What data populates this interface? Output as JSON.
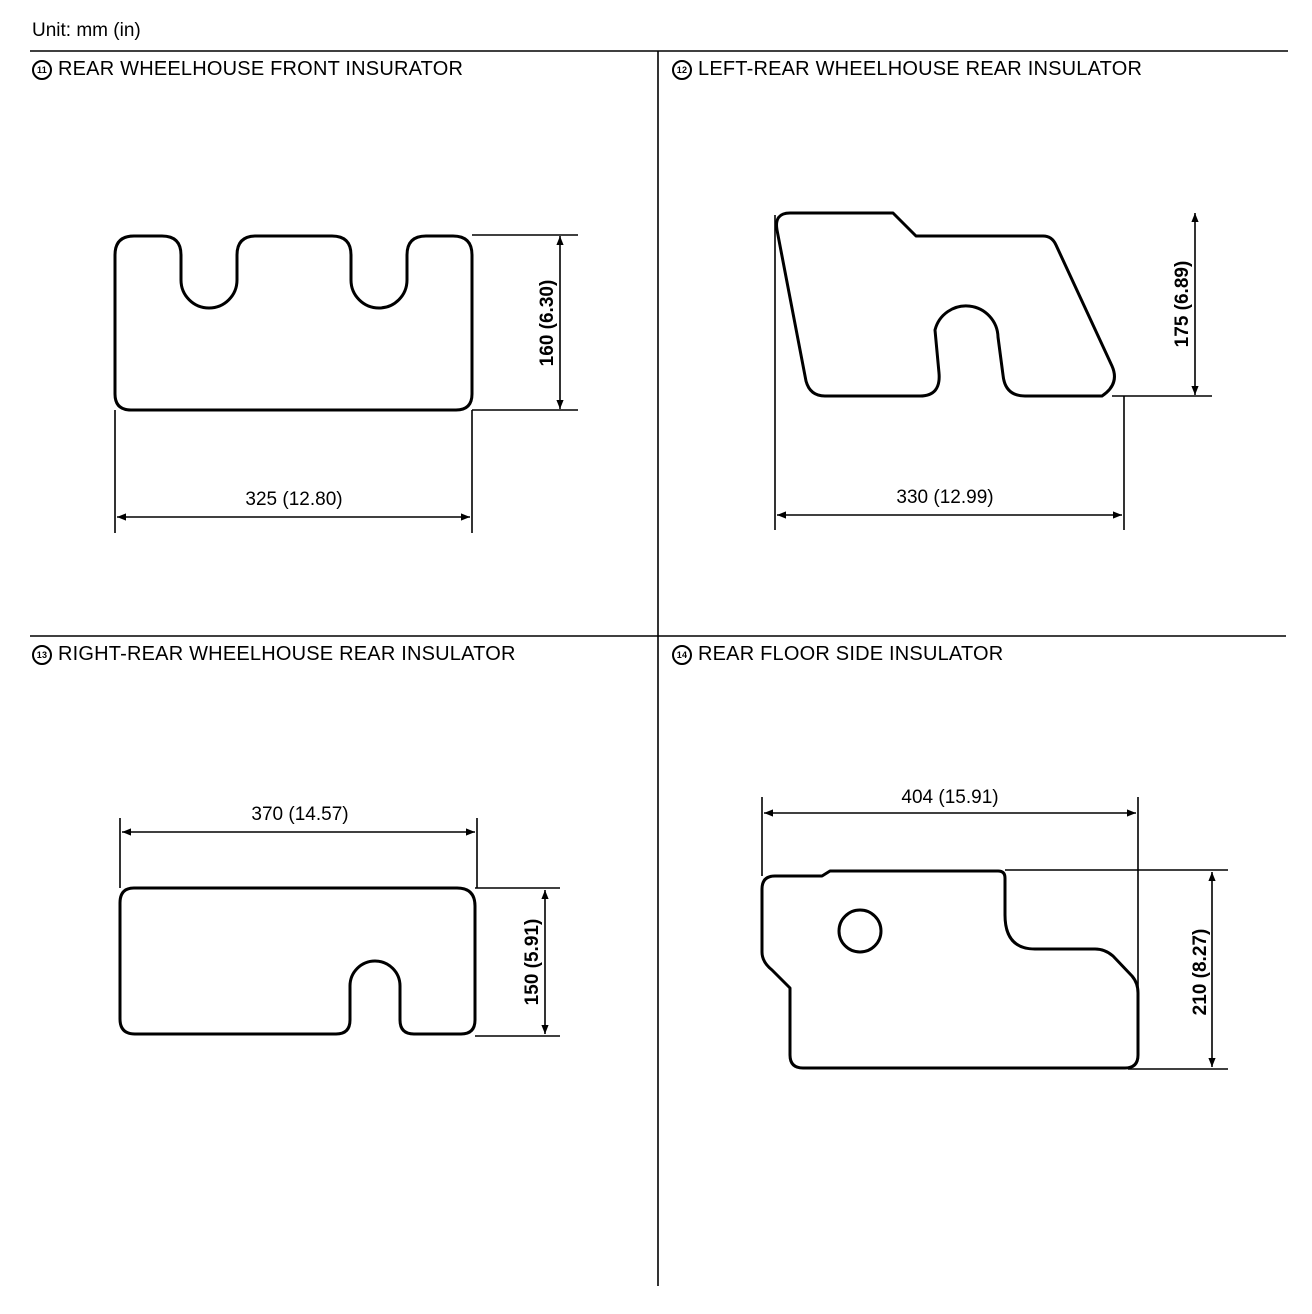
{
  "unit_label": "Unit: mm (in)",
  "panels": [
    {
      "number": "11",
      "title": "REAR WHEELHOUSE FRONT INSURATOR",
      "width_dim": "325 (12.80)",
      "height_dim": "160 (6.30)"
    },
    {
      "number": "12",
      "title": "LEFT-REAR WHEELHOUSE REAR INSULATOR",
      "width_dim": "330 (12.99)",
      "height_dim": "175 (6.89)"
    },
    {
      "number": "13",
      "title": "RIGHT-REAR WHEELHOUSE REAR INSULATOR",
      "width_dim": "370 (14.57)",
      "height_dim": "150 (5.91)"
    },
    {
      "number": "14",
      "title": "REAR FLOOR SIDE INSULATOR",
      "width_dim": "404 (15.91)",
      "height_dim": "210 (8.27)"
    }
  ]
}
